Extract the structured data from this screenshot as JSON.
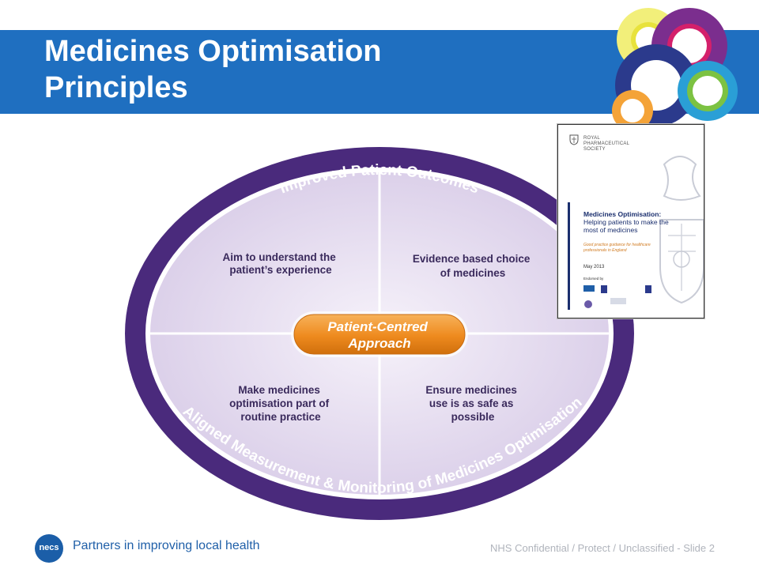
{
  "slide": {
    "title_line1": "Medicines Optimisation",
    "title_line2": "Principles"
  },
  "diagram": {
    "outer_top": "Improved Patient Outcomes",
    "outer_bottom": "Aligned Measurement & Monitoring of Medicines Optimisation",
    "quadrants": [
      [
        "Aim to understand the",
        "patient’s experience"
      ],
      [
        "Evidence based choice",
        "of medicines"
      ],
      [
        "Make medicines",
        "optimisation part of",
        "routine practice"
      ],
      [
        "Ensure medicines",
        "use is as safe as",
        "possible"
      ]
    ],
    "center": [
      "Patient-Centred",
      "Approach"
    ]
  },
  "document": {
    "org": [
      "ROYAL",
      "PHARMACEUTICAL",
      "SOCIETY"
    ],
    "title_bold": "Medicines Optimisation:",
    "title_rest": "Helping patients to make the most of medicines",
    "subtitle": "Good practice guidance for healthcare professionals in England",
    "date": "May 2013",
    "endorsed": "Endorsed by"
  },
  "footer": {
    "logo": "necs",
    "tagline": "Partners in improving local health",
    "classification": "NHS Confidential / Protect / Unclassified - Slide 2"
  },
  "colors": {
    "title_bar": "#1f6fc0",
    "ring": "#4a2a7c",
    "quadrant_fill": "#e7dff0",
    "center_pill": "#ee8a1e",
    "quadrant_text": "#3a2a5c"
  }
}
